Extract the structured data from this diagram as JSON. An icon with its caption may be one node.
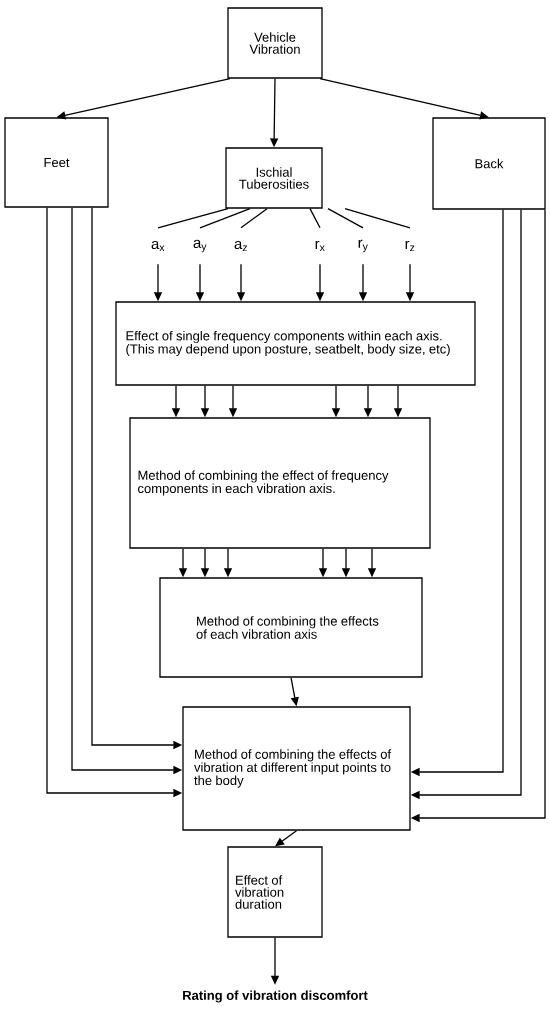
{
  "diagram": {
    "nodes": [
      {
        "text": [
          "Vehicle Vibration"
        ]
      },
      {
        "text": [
          "Feet"
        ]
      },
      {
        "text": [
          "Ischial Tuberosities"
        ]
      },
      {
        "text": [
          "Back"
        ]
      },
      {
        "text": [
          "a$_{x}$"
        ]
      },
      {
        "text": [
          "a$_{y}$"
        ]
      },
      {
        "text": [
          "a$_{z}$"
        ]
      },
      {
        "text": [
          "r$_{x}$"
        ]
      },
      {
        "text": [
          "r$_{y}$"
        ]
      },
      {
        "text": [
          "r$_{z}$"
        ]
      },
      {
        "text": [
          "Effect of single frequency components within each axis. (This may depend upon posture, seatbelt, body size, etc)"
        ]
      },
      {
        "text": [
          "Method of combining the effect of frequency components in each vibration axis."
        ]
      },
      {
        "text": [
          "Method of combining the effects of each vibration axis"
        ]
      },
      {
        "text": [
          "Method of combining the effects of vibration at different input points to the body"
        ]
      },
      {
        "text": [
          "Effect of vibration duration"
        ]
      },
      {
        "text": [
          "Rating of vibration discomfort"
        ]
      }
    ],
    "edges": [
      {
        "from": 0,
        "to": 1,
        "arrow": "to"
      },
      {
        "from": 0,
        "to": 2,
        "arrow": "to"
      },
      {
        "from": 0,
        "to": 3,
        "arrow": "to"
      },
      {
        "from": 2,
        "to": 4,
        "arrow": "none"
      },
      {
        "from": 2,
        "to": 5,
        "arrow": "none"
      },
      {
        "from": 2,
        "to": 6,
        "arrow": "none"
      },
      {
        "from": 2,
        "to": 7,
        "arrow": "none"
      },
      {
        "from": 2,
        "to": 8,
        "arrow": "none"
      },
      {
        "from": 2,
        "to": 9,
        "arrow": "none"
      },
      {
        "from": 4,
        "to": 10,
        "arrow": "to"
      },
      {
        "from": 5,
        "to": 10,
        "arrow": "to"
      },
      {
        "from": 6,
        "to": 10,
        "arrow": "to"
      },
      {
        "from": 7,
        "to": 10,
        "arrow": "to"
      },
      {
        "from": 8,
        "to": 10,
        "arrow": "to"
      },
      {
        "from": 9,
        "to": 10,
        "arrow": "to"
      },
      {
        "from": 10,
        "to": 11,
        "arrow": "to"
      },
      {
        "from": 10,
        "to": 11,
        "arrow": "to"
      },
      {
        "from": 10,
        "to": 11,
        "arrow": "to"
      },
      {
        "from": 10,
        "to": 11,
        "arrow": "to"
      },
      {
        "from": 10,
        "to": 11,
        "arrow": "to"
      },
      {
        "from": 10,
        "to": 11,
        "arrow": "to"
      },
      {
        "from": 11,
        "to": 12,
        "arrow": "to"
      },
      {
        "from": 11,
        "to": 12,
        "arrow": "to"
      },
      {
        "from": 11,
        "to": 12,
        "arrow": "to"
      },
      {
        "from": 11,
        "to": 12,
        "arrow": "to"
      },
      {
        "from": 11,
        "to": 12,
        "arrow": "to"
      },
      {
        "from": 11,
        "to": 12,
        "arrow": "to"
      },
      {
        "from": 12,
        "to": 13,
        "arrow": "to"
      },
      {
        "from": 1,
        "to": 13,
        "arrow": "to"
      },
      {
        "from": 1,
        "to": 13,
        "arrow": "to"
      },
      {
        "from": 1,
        "to": 13,
        "arrow": "to"
      },
      {
        "from": 3,
        "to": 13,
        "arrow": "to"
      },
      {
        "from": 3,
        "to": 13,
        "arrow": "to"
      },
      {
        "from": 3,
        "to": 13,
        "arrow": "to"
      },
      {
        "from": 13,
        "to": 14,
        "arrow": "to"
      },
      {
        "from": 14,
        "to": 15,
        "arrow": "to"
      }
    ]
  }
}
